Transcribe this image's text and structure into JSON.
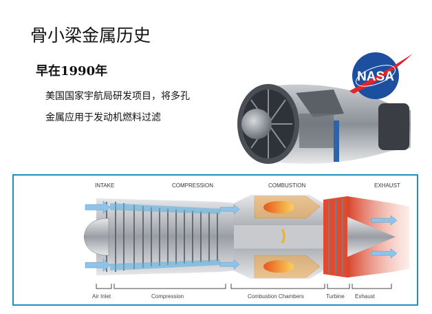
{
  "slide": {
    "title": "骨小梁金属历史",
    "subtitle": "早在1990年",
    "body_lines": [
      "美国国家宇航局研发项目，将多孔",
      "金属应用于发动机燃料过滤"
    ]
  },
  "logo": {
    "text": "NASA"
  },
  "diagram": {
    "top_labels": [
      "INTAKE",
      "COMPRESSION",
      "COMBUSTION",
      "EXHAUST"
    ],
    "bottom_labels": [
      "Air Inlet",
      "Compression",
      "Combustion Chambers",
      "Turbine",
      "Exhaust"
    ],
    "colors": {
      "frame": "#1f8fc2",
      "air": "#8fc3e8",
      "flame": "#f08a2a",
      "exhaust": "#e04a2e"
    }
  }
}
